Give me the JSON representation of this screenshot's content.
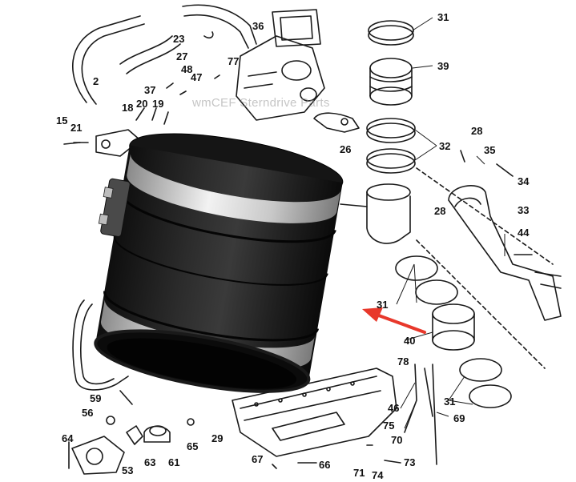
{
  "watermark": "wmCEF Sterndrive Parts",
  "callouts": [
    "31",
    "39",
    "36",
    "23",
    "27",
    "77",
    "2",
    "48",
    "47",
    "37",
    "18",
    "20",
    "19",
    "15",
    "21",
    "26",
    "32",
    "28",
    "35",
    "34",
    "33",
    "44",
    "31",
    "40",
    "78",
    "46",
    "59",
    "56",
    "64",
    "53",
    "63",
    "61",
    "65",
    "29",
    "67",
    "66",
    "71",
    "74",
    "75",
    "70",
    "73",
    "69",
    "31",
    "28"
  ],
  "colors": {
    "ink": "#1a1a1a",
    "rubber": "#1d1d1d",
    "clamp": "#cfcfcf",
    "arrow": "#e8382b"
  },
  "arrow": {
    "direction": "pointing-left-up",
    "target": "coupler"
  }
}
